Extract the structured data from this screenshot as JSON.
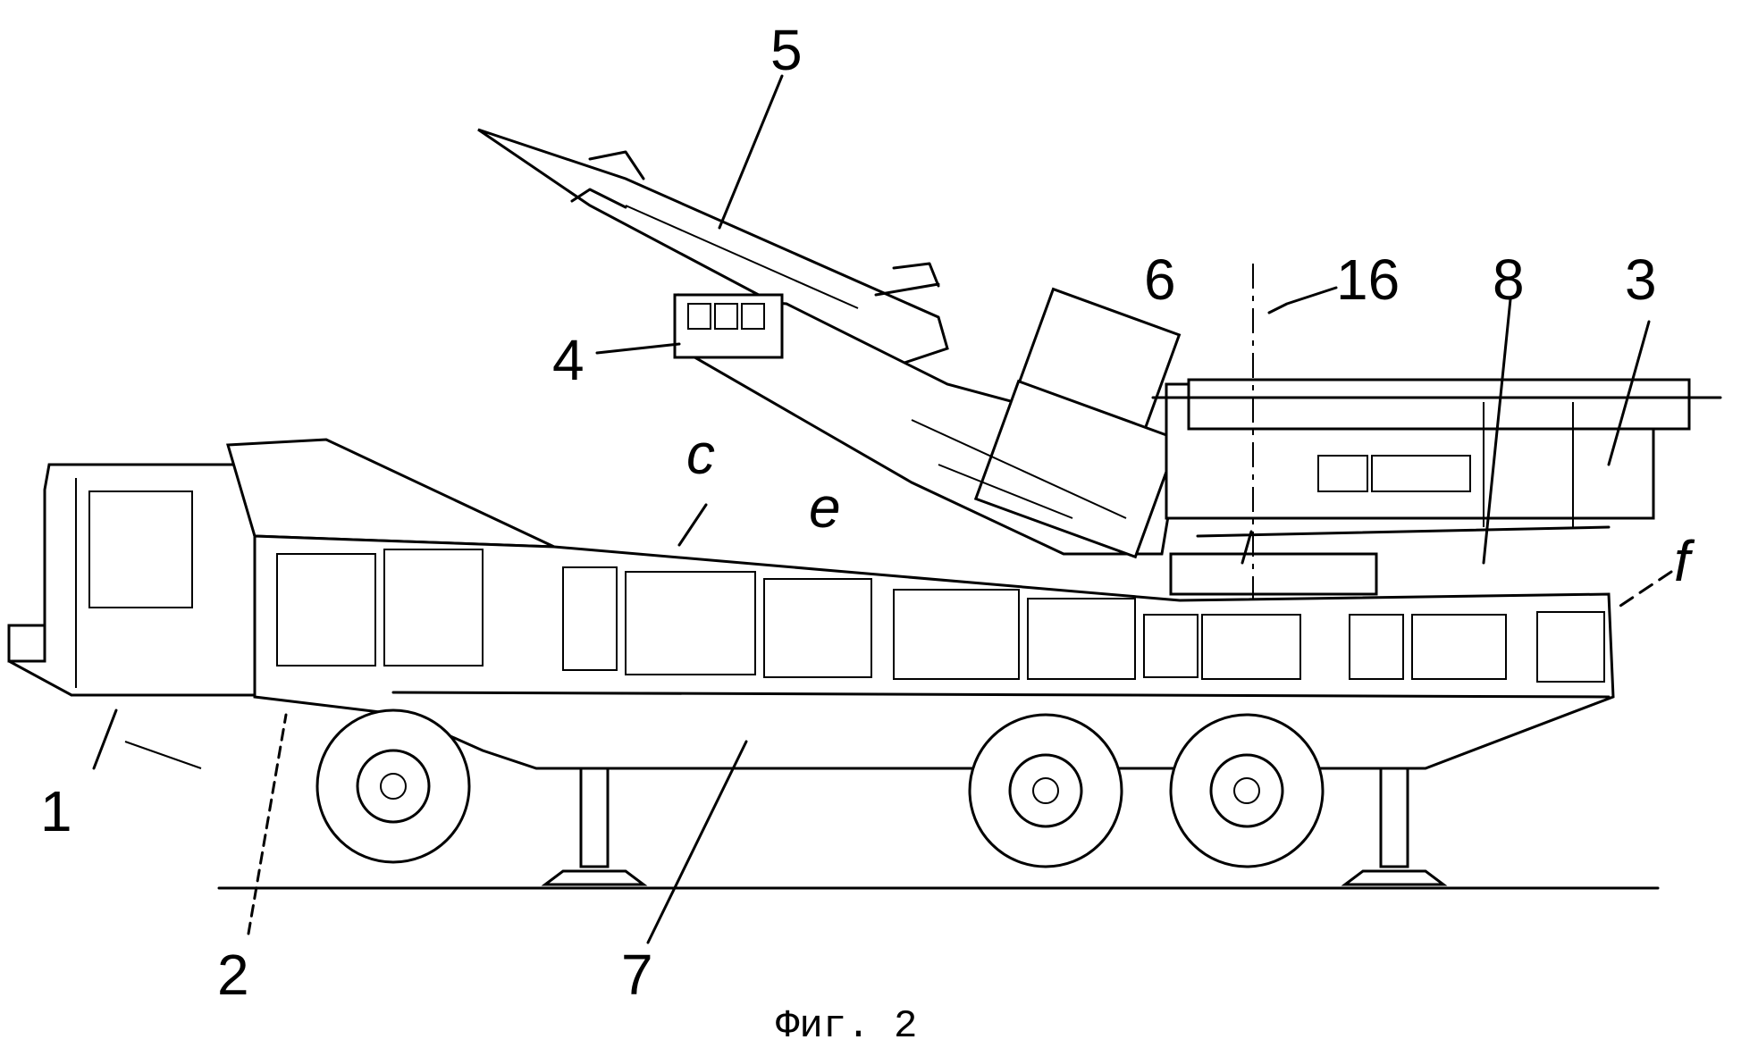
{
  "figure": {
    "caption": "Фиг. 2",
    "labels": {
      "l1": "1",
      "l2": "2",
      "l3": "3",
      "l4": "4",
      "l5": "5",
      "l6": "6",
      "l7": "7",
      "l8": "8",
      "l16": "16",
      "lc": "c",
      "le": "e",
      "lf": "f"
    }
  }
}
